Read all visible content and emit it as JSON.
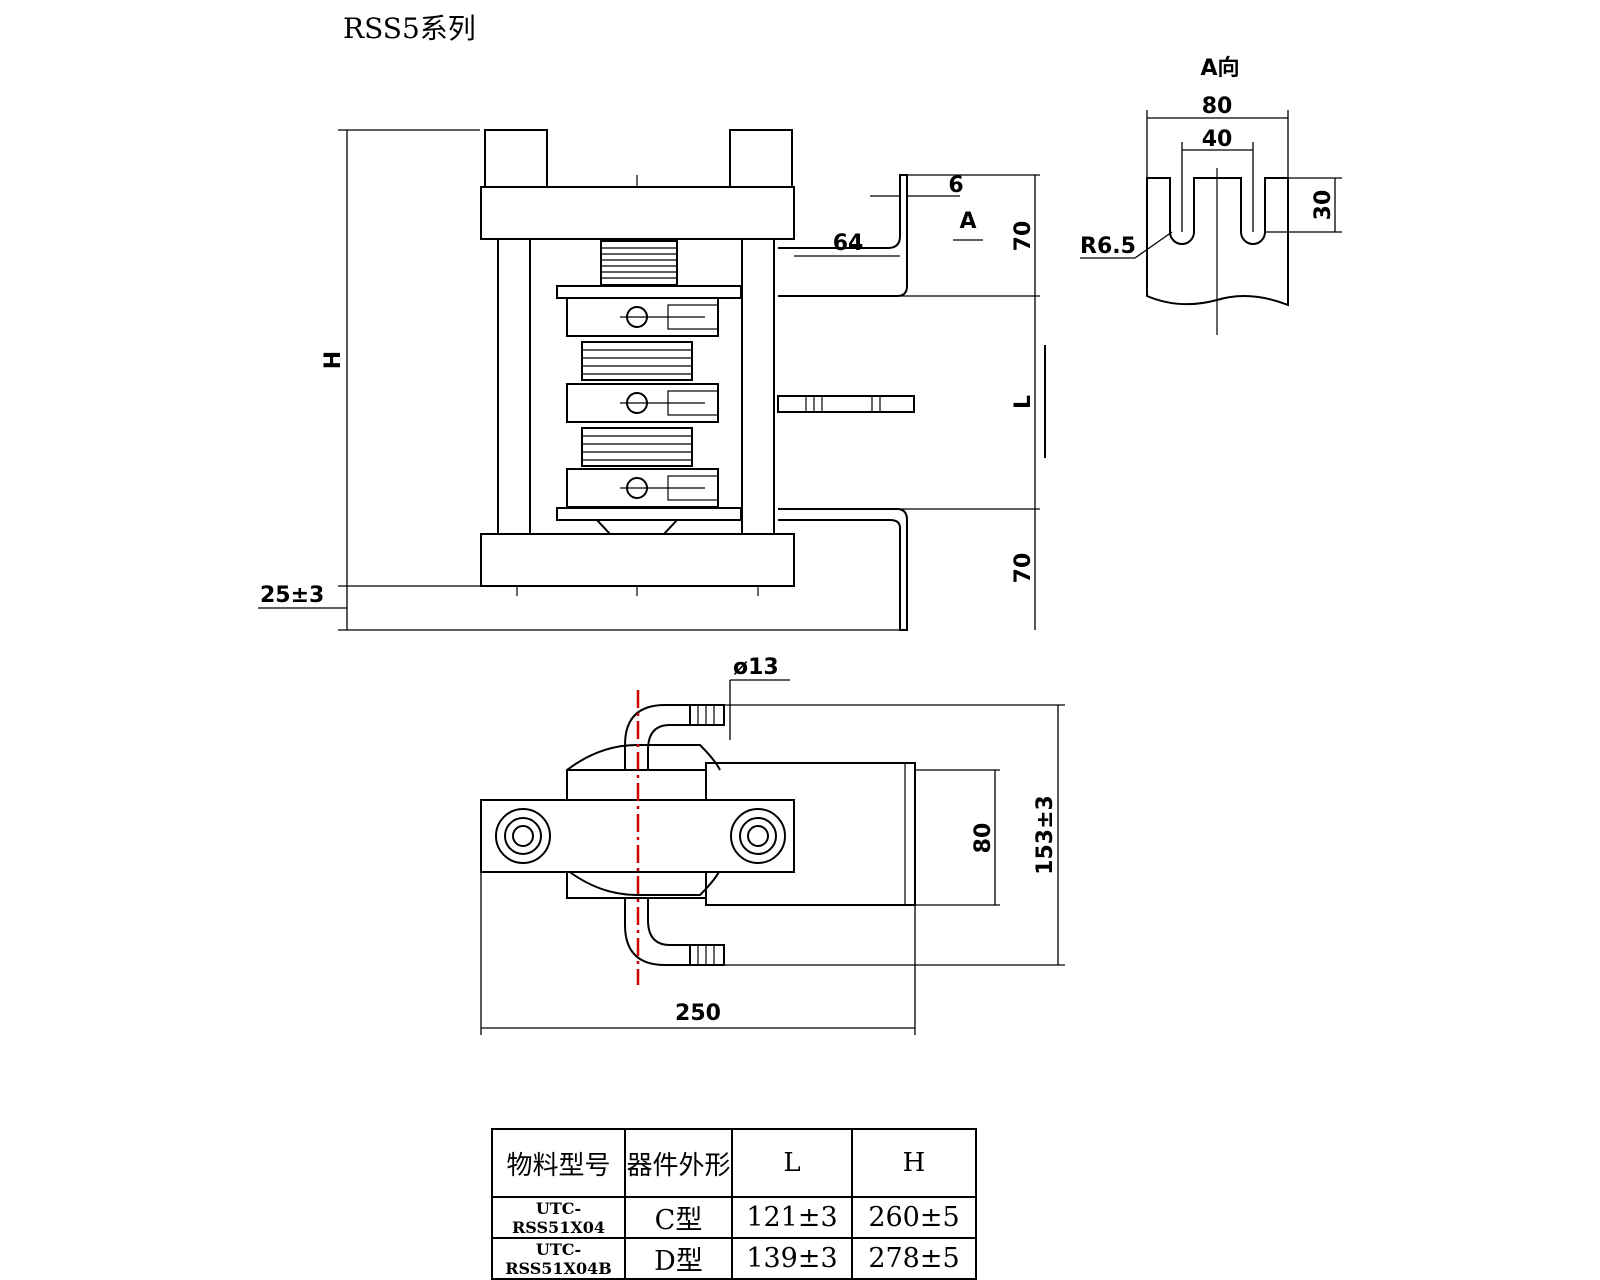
{
  "title": "RSS5系列",
  "view_a": {
    "label": "A向",
    "dim_outer": "80",
    "dim_inner": "40",
    "dim_height": "30",
    "radius": "R6.5"
  },
  "front": {
    "dim_h": "H",
    "dim_l": "L",
    "dim_base": "25±3",
    "dim_top": "70",
    "dim_bottom": "70",
    "dim_64": "64",
    "dim_6": "6",
    "arrow_a": "A"
  },
  "top_view": {
    "dim_hole": "ø13",
    "dim_width": "80",
    "dim_depth": "153±3",
    "dim_length": "250"
  },
  "table": {
    "headers": [
      "物料型号",
      "器件外形",
      "L",
      "H"
    ],
    "rows": [
      [
        "UTC-RSS51X04",
        "C型",
        "121±3",
        "260±5"
      ],
      [
        "UTC-RSS51X04B",
        "D型",
        "139±3",
        "278±5"
      ]
    ]
  }
}
